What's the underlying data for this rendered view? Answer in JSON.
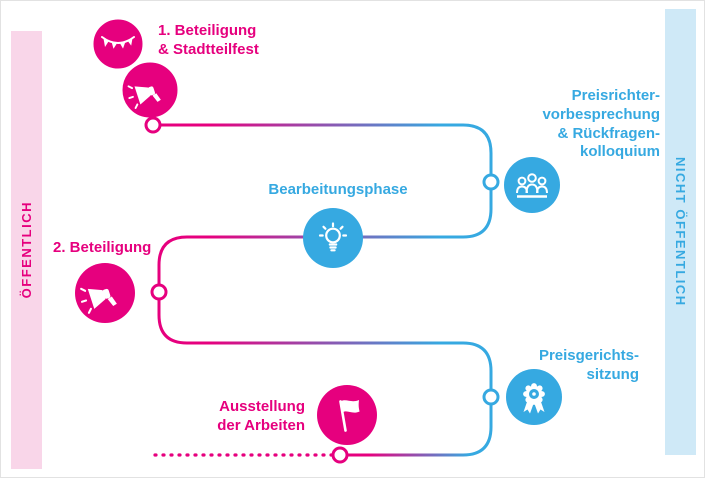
{
  "colors": {
    "pink": "#e6007e",
    "blue": "#36a9e1",
    "pink_band_bg": "#f9d6e9",
    "blue_band_bg": "#cfe9f7"
  },
  "bands": {
    "left_label": "ÖFFENTLICH",
    "right_label": "NICHT ÖFFENTLICH"
  },
  "nodes": {
    "beteiligung1": {
      "label": "1. Beteiligung\n& Stadtteilfest",
      "icons": [
        "bunting-icon",
        "megaphone-icon"
      ]
    },
    "preisrichter": {
      "label": "Preisrichter-\nvorbesprechung\n& Rückfragen-\nkolloquium",
      "icons": [
        "committee-icon"
      ]
    },
    "bearbeitungsphase": {
      "label": "Bearbeitungsphase",
      "icons": [
        "lightbulb-icon"
      ]
    },
    "beteiligung2": {
      "label": "2. Beteiligung",
      "icons": [
        "megaphone-icon"
      ]
    },
    "preisgericht": {
      "label": "Preisgerichts-\nsitzung",
      "icons": [
        "award-icon"
      ]
    },
    "ausstellung": {
      "label": "Ausstellung\nder Arbeiten",
      "icons": [
        "flag-icon"
      ]
    }
  }
}
